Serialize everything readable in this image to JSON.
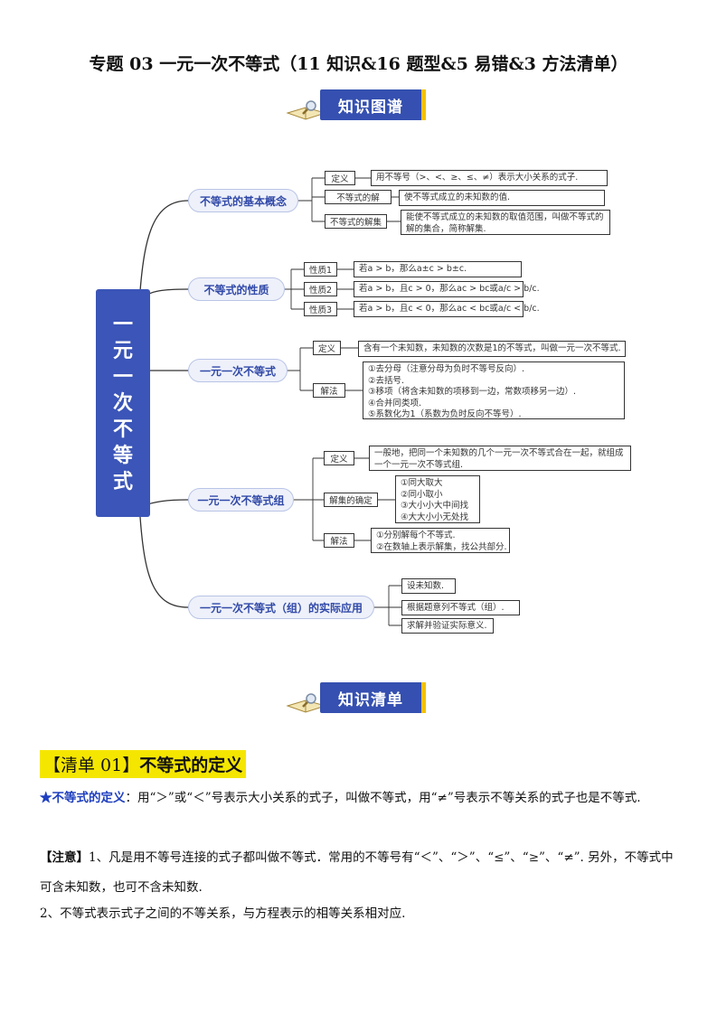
{
  "title": "专题 03  一元一次不等式（11 知识&16 题型&5 易错&3 方法清单）",
  "banner1": "知识图谱",
  "banner2": "知识清单",
  "mindmap": {
    "root": "一元一次不等式",
    "branches": [
      {
        "label": "不等式的基本概念",
        "items": [
          {
            "tag": "定义",
            "text": [
              "用不等号（>、<、≥、≤、≠）表示大小关系的式子."
            ]
          },
          {
            "tag": "不等式的解",
            "text": [
              "使不等式成立的未知数的值."
            ]
          },
          {
            "tag": "不等式的解集",
            "text": [
              "能使不等式成立的未知数的取值范围，叫做不等式的",
              "解的集合，简称解集."
            ]
          }
        ]
      },
      {
        "label": "不等式的性质",
        "items": [
          {
            "tag": "性质1",
            "text": [
              "若a > b，那么a±c > b±c."
            ]
          },
          {
            "tag": "性质2",
            "text": [
              "若a > b，且c > 0，那么ac > bc或a/c > b/c."
            ]
          },
          {
            "tag": "性质3",
            "text": [
              "若a > b，且c < 0，那么ac < bc或a/c < b/c."
            ]
          }
        ]
      },
      {
        "label": "一元一次不等式",
        "items": [
          {
            "tag": "定义",
            "text": [
              "含有一个未知数，未知数的次数是1的不等式，叫做一元一次不等式."
            ]
          },
          {
            "tag": "解法",
            "text": [
              "①去分母（注意分母为负时不等号反向）.",
              "②去括号.",
              "③移项（将含未知数的项移到一边，常数项移另一边）.",
              "④合并同类项.",
              "⑤系数化为1（系数为负时反向不等号）."
            ]
          }
        ]
      },
      {
        "label": "一元一次不等式组",
        "items": [
          {
            "tag": "定义",
            "text": [
              "一般地，把同一个未知数的几个一元一次不等式合在一起，就组成",
              "一个一元一次不等式组."
            ]
          },
          {
            "tag": "解集的确定",
            "text": [
              "①同大取大",
              "②同小取小",
              "③大小小大中间找",
              "④大大小小无处找"
            ]
          },
          {
            "tag": "解法",
            "text": [
              "①分别解每个不等式.",
              "②在数轴上表示解集，找公共部分."
            ]
          }
        ]
      },
      {
        "label": "一元一次不等式（组）的实际应用",
        "items": [
          {
            "tag": "",
            "text": [
              "设未知数."
            ]
          },
          {
            "tag": "",
            "text": [
              "根据题意列不等式（组）."
            ]
          },
          {
            "tag": "",
            "text": [
              "求解并验证实际意义."
            ]
          }
        ]
      }
    ]
  },
  "section": {
    "head_bracket": "【清单 01】",
    "head_title": "不等式的定义",
    "p1_term": "★不等式的定义",
    "p1_text": "：用“＞”或“＜”号表示大小关系的式子，叫做不等式，用“≠”号表示不等关系的式子也是不等式.",
    "note_label": "【注意】",
    "note_text": "1、凡是用不等号连接的式子都叫做不等式．常用的不等号有“＜”、“＞”、“≤”、“≥”、“≠”. 另外，不等式中可含未知数，也可不含未知数.",
    "p3_text": "2、不等式表示式子之间的不等关系，与方程表示的相等关系相对应."
  }
}
